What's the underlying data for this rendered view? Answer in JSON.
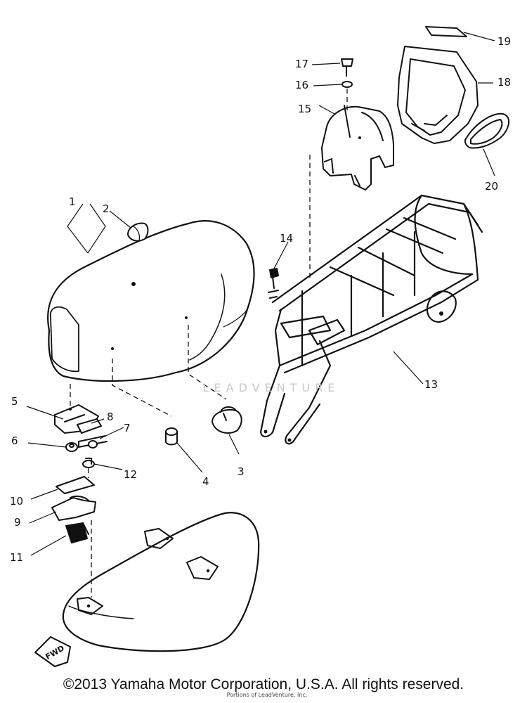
{
  "callouts": {
    "c1": "1",
    "c2": "2",
    "c3": "3",
    "c4": "4",
    "c5": "5",
    "c6": "6",
    "c7": "7",
    "c8": "8",
    "c9": "9",
    "c10": "10",
    "c11": "11",
    "c12": "12",
    "c13": "13",
    "c14": "14",
    "c15": "15",
    "c16": "16",
    "c17": "17",
    "c18": "18",
    "c19": "19",
    "c20": "20"
  },
  "fwd_label": "FWD",
  "watermark": "LEADVENTURE",
  "small_credit": "Portions of LeadVenture, Inc.",
  "copyright": "©2013 Yamaha Motor Corporation, U.S.A. All rights reserved."
}
